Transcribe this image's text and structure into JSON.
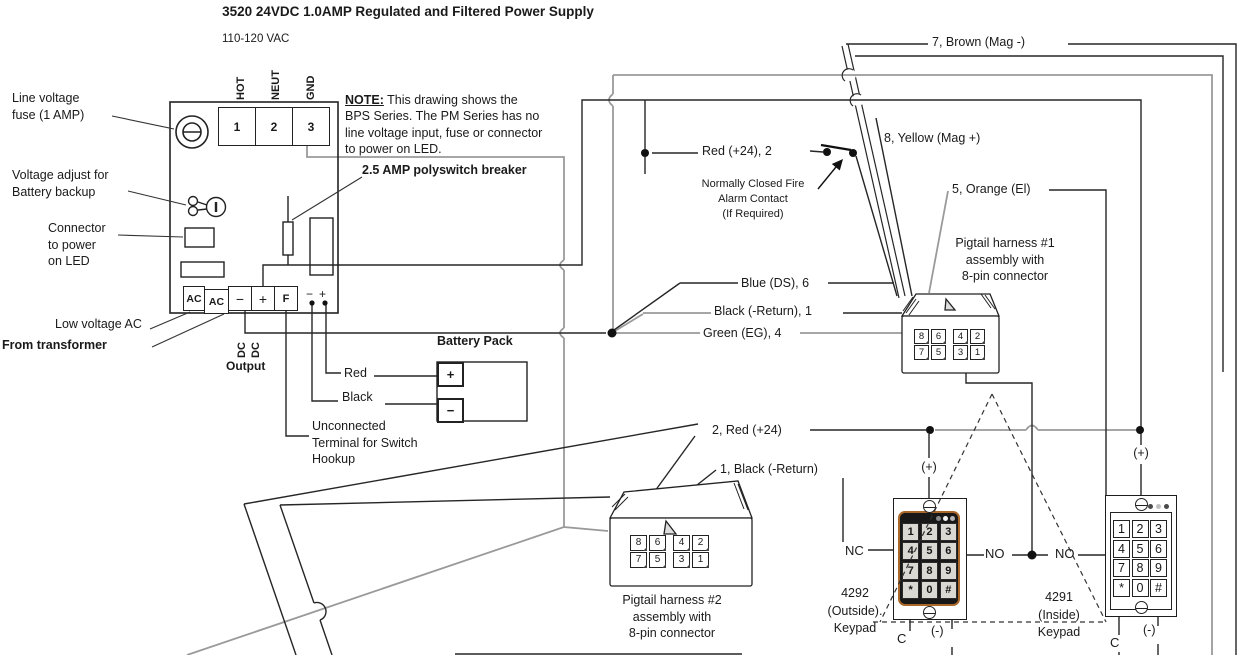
{
  "title": "3520 24VDC 1.0AMP Regulated and Filtered Power Supply",
  "power_supply": {
    "input_label": "110-120 VAC",
    "terminal_labels": [
      "HOT",
      "NEUT",
      "GND"
    ],
    "terminal_numbers": [
      "1",
      "2",
      "3"
    ],
    "fuse_label": "Line voltage\nfuse (1 AMP)",
    "voltage_adjust_label": "Voltage adjust for\nBattery backup",
    "connector_label": "Connector\nto power\non LED",
    "low_voltage_label": "Low voltage AC",
    "transformer_label": "From transformer",
    "bottom_terminals": [
      "AC",
      "AC",
      "−",
      "+",
      "F"
    ],
    "aux_minus": "−",
    "aux_plus": "+",
    "dc_output": {
      "dc1": "DC",
      "dc2": "DC",
      "label": "Output"
    },
    "breaker_label": "2.5 AMP polyswitch breaker"
  },
  "note": {
    "head": "NOTE:",
    "body": " This drawing shows the\nBPS Series. The PM Series has no\nline voltage input, fuse or connector\nto power on LED."
  },
  "battery": {
    "label": "Battery Pack",
    "plus": "+",
    "minus": "−",
    "red_lead": "Red",
    "black_lead": "Black"
  },
  "unconnected_label": "Unconnected\nTerminal for Switch\nHookup",
  "wire_labels": {
    "red24_2": "Red (+24), 2",
    "fire_contact": "Normally Closed Fire\nAlarm Contact\n(If Required)",
    "brown7": "7, Brown (Mag -)",
    "yellow8": "8, Yellow (Mag +)",
    "orange5": "5, Orange (El)",
    "blue6": "Blue (DS), 6",
    "black_return1": "Black (-Return), 1",
    "green4": "Green (EG), 4",
    "red24_bottom": "2, Red (+24)",
    "black_return_bottom": "1, Black (-Return)"
  },
  "harness1": {
    "label": "Pigtail harness #1\nassembly with\n8-pin connector",
    "pin_rows": [
      [
        "8",
        "6",
        "4",
        "2"
      ],
      [
        "7",
        "5",
        "3",
        "1"
      ]
    ]
  },
  "harness2": {
    "label": "Pigtail harness #2\nassembly with\n8-pin connector",
    "pin_rows": [
      [
        "8",
        "6",
        "4",
        "2"
      ],
      [
        "7",
        "5",
        "3",
        "1"
      ]
    ]
  },
  "keypad_keys": [
    "1",
    "2",
    "3",
    "4",
    "5",
    "6",
    "7",
    "8",
    "9",
    "*",
    "0",
    "#"
  ],
  "keypads": {
    "outside": {
      "model": "4292",
      "location": "(Outside).",
      "type": "Keypad",
      "plus": "(+)",
      "common": "C",
      "minus": "(-)"
    },
    "inside": {
      "model": "4291",
      "location": "(Inside)",
      "type": "Keypad",
      "plus": "(+)",
      "common": "C",
      "minus": "(-)"
    },
    "contacts": {
      "nc": "NC",
      "no_left": "NO",
      "no_right": "NO"
    }
  },
  "colors": {
    "wire_black": "#262626",
    "wire_gray": "#9a9a9a",
    "keypad_bezel": "#a9682a",
    "keypad_key": "#d9d8d3",
    "dashed": "#333333",
    "text": "#1a1a1a"
  }
}
